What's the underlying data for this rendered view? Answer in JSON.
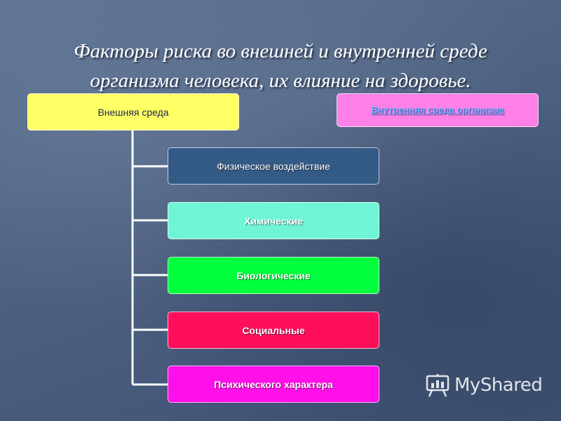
{
  "title": {
    "line1": "Факторы риска во внешней и внутренней среде",
    "line2": "организма человека, их влияние на здоровье."
  },
  "outer_env": {
    "label": "Внешняя среда",
    "color": "#ffff66"
  },
  "inner_env": {
    "label": "Внутренняя среда организма",
    "color": "#ff80e6"
  },
  "factors": [
    {
      "label": "Физическое воздействие",
      "color": "#345a86"
    },
    {
      "label": "Химические",
      "color": "#6ff5d5"
    },
    {
      "label": "Биологические",
      "color": "#00ff3c"
    },
    {
      "label": "Социальные",
      "color": "#ff0e5c"
    },
    {
      "label": "Психического характера",
      "color": "#ff10e8"
    }
  ],
  "watermark": {
    "text": "MyShared",
    "icon": "presentation-board-icon"
  }
}
